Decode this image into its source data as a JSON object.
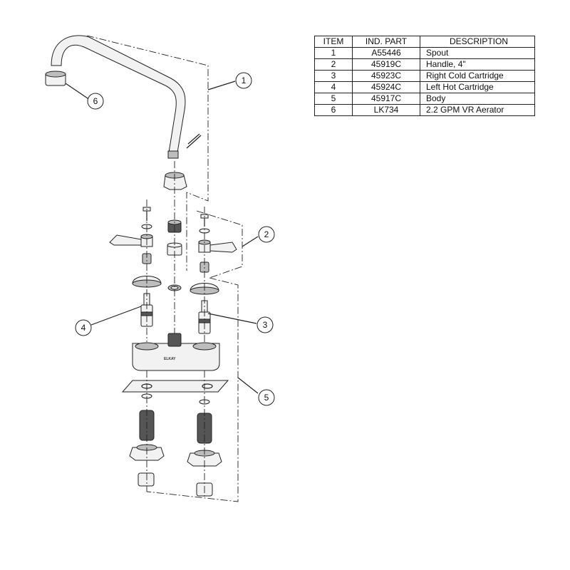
{
  "table": {
    "headers": {
      "item": "ITEM",
      "part": "IND. PART",
      "description": "DESCRIPTION"
    },
    "rows": [
      {
        "item": "1",
        "part": "A55446",
        "description": "Spout"
      },
      {
        "item": "2",
        "part": "45919C",
        "description": "Handle, 4\""
      },
      {
        "item": "3",
        "part": "45923C",
        "description": "Right Cold Cartridge"
      },
      {
        "item": "4",
        "part": "45924C",
        "description": "Left Hot Cartridge"
      },
      {
        "item": "5",
        "part": "45917C",
        "description": "Body"
      },
      {
        "item": "6",
        "part": "LK734",
        "description": "2.2 GPM VR Aerator"
      }
    ]
  },
  "callouts": [
    "1",
    "2",
    "3",
    "4",
    "5",
    "6"
  ],
  "body_logo": "ELKAY"
}
